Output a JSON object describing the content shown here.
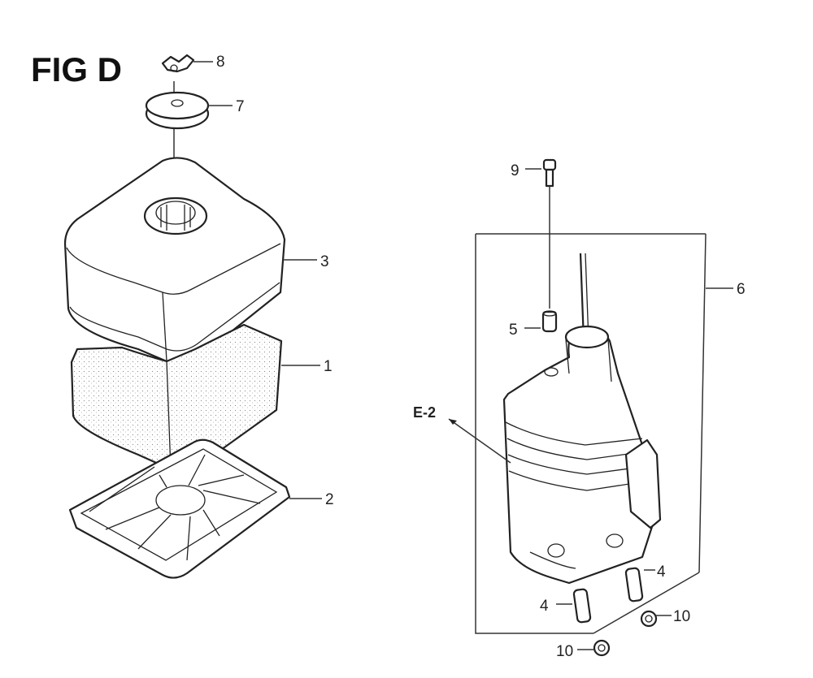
{
  "figure": {
    "title": "FIG D"
  },
  "callouts": {
    "c1": "1",
    "c2": "2",
    "c3": "3",
    "c4a": "4",
    "c4b": "4",
    "c5": "5",
    "c6": "6",
    "c7": "7",
    "c8": "8",
    "c9": "9",
    "c10a": "10",
    "c10b": "10"
  },
  "reference": {
    "label": "E-2"
  }
}
